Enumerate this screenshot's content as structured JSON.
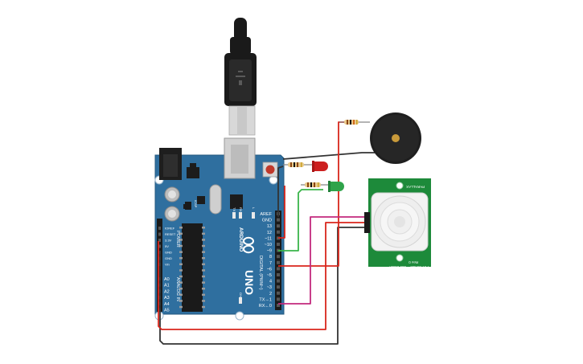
{
  "board": {
    "brand": "ARDUINO",
    "model": "UNO",
    "section_digital": "DIGITAL (PWM~)",
    "section_power": "POWER",
    "section_analog": "ANALOG IN",
    "icsp": "ICSP",
    "led_tx": "TX",
    "led_rx": "RX",
    "led_l": "L",
    "led_on": "ON",
    "digital_pins": [
      "AREF",
      "GND",
      "13",
      "12",
      "~11",
      "~10",
      "~9",
      "8",
      "7",
      "~6",
      "~5",
      "4",
      "~3",
      "2",
      "TX→1",
      "RX←0"
    ],
    "power_pins": [
      "IOREF",
      "RESET",
      "3.3V",
      "5V",
      "GND",
      "GND",
      "Vin"
    ],
    "analog_pins": [
      "A0",
      "A1",
      "A2",
      "A3",
      "A4",
      "A5"
    ]
  },
  "pir": {
    "title": "PIR Sensor",
    "rev": "Rev 0",
    "part": "555-28027",
    "brand": "PARALLAX"
  },
  "colors": {
    "board": "#2f6f9f",
    "wire_red": "#d9261c",
    "wire_black": "#333333",
    "wire_green": "#3ab54a",
    "wire_magenta": "#c2297d",
    "pir_pcb": "#1d8a3a",
    "buzzer": "#1f1f1f",
    "led_red": "#cc1f1f",
    "led_green": "#2fa34a"
  }
}
